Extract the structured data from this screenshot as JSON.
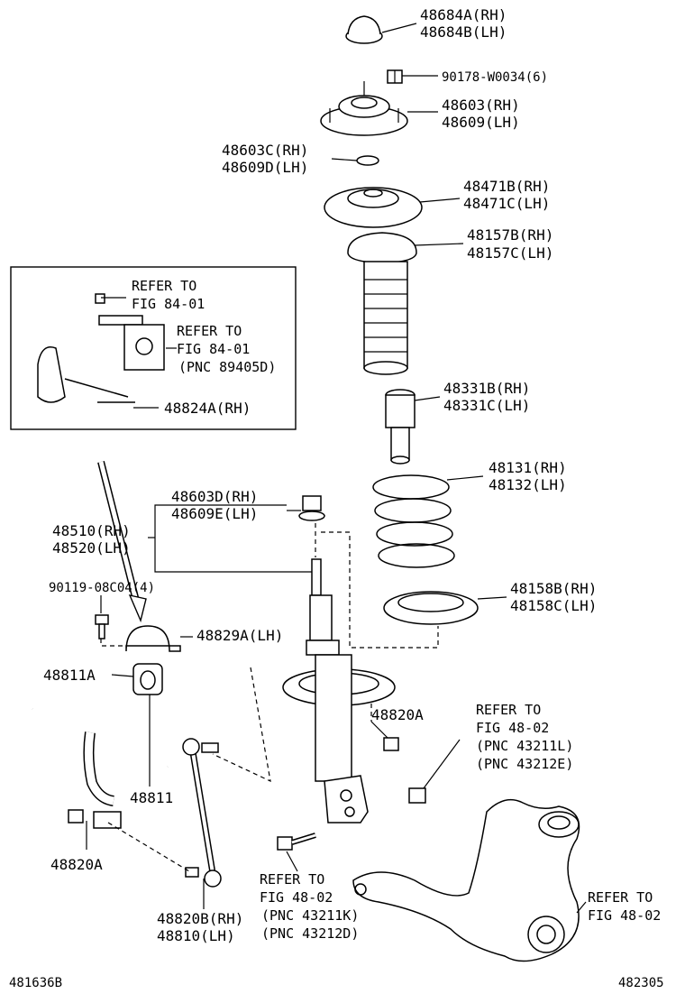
{
  "labels": {
    "p48684a": "48684A(RH)",
    "p48684b": "48684B(LH)",
    "p90178": "90178-W0034(6)",
    "p48603": "48603(RH)",
    "p48609": "48609(LH)",
    "p48603c": "48603C(RH)",
    "p48609d": "48609D(LH)",
    "p48471b": "48471B(RH)",
    "p48471c": "48471C(LH)",
    "p48157b": "48157B(RH)",
    "p48157c": "48157C(LH)",
    "p48331b": "48331B(RH)",
    "p48331c": "48331C(LH)",
    "p48131": "48131(RH)",
    "p48132": "48132(LH)",
    "p48158b": "48158B(RH)",
    "p48158c": "48158C(LH)",
    "p48603d": "48603D(RH)",
    "p48609e": "48609E(LH)",
    "p48510": "48510(RH)",
    "p48520": "48520(LH)",
    "p90119": "90119-08C04(4)",
    "p48829a": "48829A(LH)",
    "p48811a": "48811A",
    "p48811": "48811",
    "p48820a_right": "48820A",
    "p48820a_left": "48820A",
    "p48820b": "48820B(RH)",
    "p48810": "48810(LH)",
    "p48824a": "48824A(RH)"
  },
  "references": {
    "inset_ref1_line1": "REFER TO",
    "inset_ref1_line2": "FIG 84-01",
    "inset_ref2_line1": "REFER TO",
    "inset_ref2_line2": "FIG 84-01",
    "inset_ref2_line3": "(PNC 89405D)",
    "ref_a_line1": "REFER TO",
    "ref_a_line2": "FIG 48-02",
    "ref_a_line3": "(PNC 43211L)",
    "ref_a_line4": "(PNC 43212E)",
    "ref_b_line1": "REFER TO",
    "ref_b_line2": "FIG 48-02",
    "ref_b_line3": "(PNC 43211K)",
    "ref_b_line4": "(PNC 43212D)",
    "ref_c_line1": "REFER TO",
    "ref_c_line2": "FIG 48-02"
  },
  "footer": {
    "left_code": "481636B",
    "right_code": "482305"
  }
}
